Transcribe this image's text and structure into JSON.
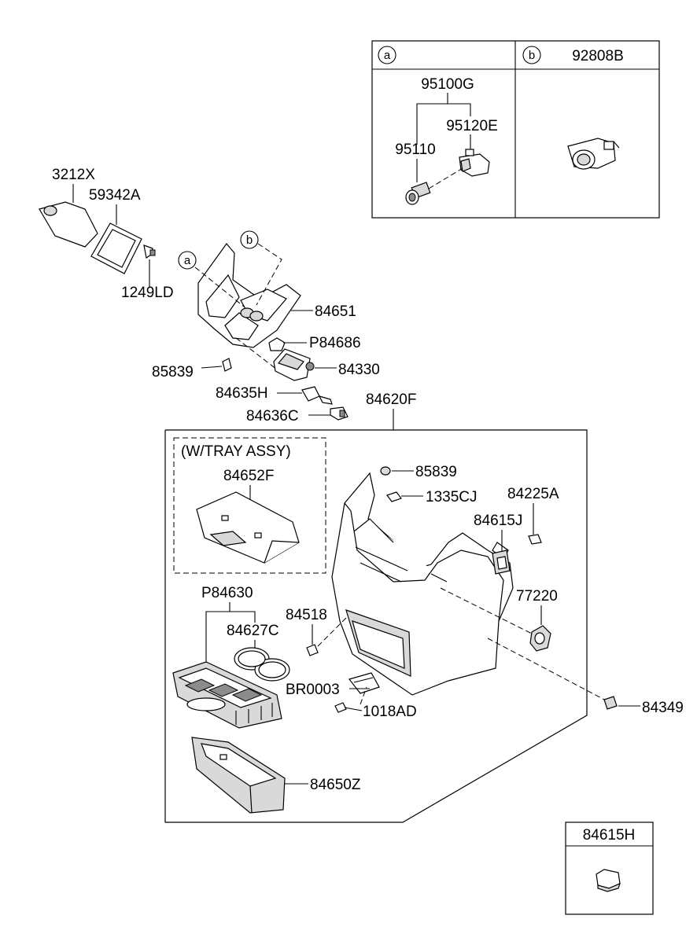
{
  "inset_table": {
    "cell_a_letter": "a",
    "cell_b_letter": "b",
    "cell_b_part": "92808B",
    "a_parts": {
      "assy": "95100G",
      "left": "95110",
      "right": "95120E"
    }
  },
  "callouts": {
    "a": "a",
    "b": "b"
  },
  "labels": {
    "p3212x": "3212X",
    "p59342a": "59342A",
    "p1249ld": "1249LD",
    "p84651": "84651",
    "p84686": "P84686",
    "p84330": "84330",
    "p85839_top": "85839",
    "p84635h": "84635H",
    "p84636c": "84636C",
    "p84620f": "84620F",
    "tray_note": "(W/TRAY ASSY)",
    "p84652f": "84652F",
    "p85839_mid": "85839",
    "p1335cj": "1335CJ",
    "p84225a": "84225A",
    "p84615j": "84615J",
    "p77220": "77220",
    "p84630": "P84630",
    "p84518": "84518",
    "p84627c": "84627C",
    "pbr0003": "BR0003",
    "p1018ad": "1018AD",
    "p84349": "84349",
    "p84650z": "84650Z",
    "p84615h": "84615H"
  }
}
